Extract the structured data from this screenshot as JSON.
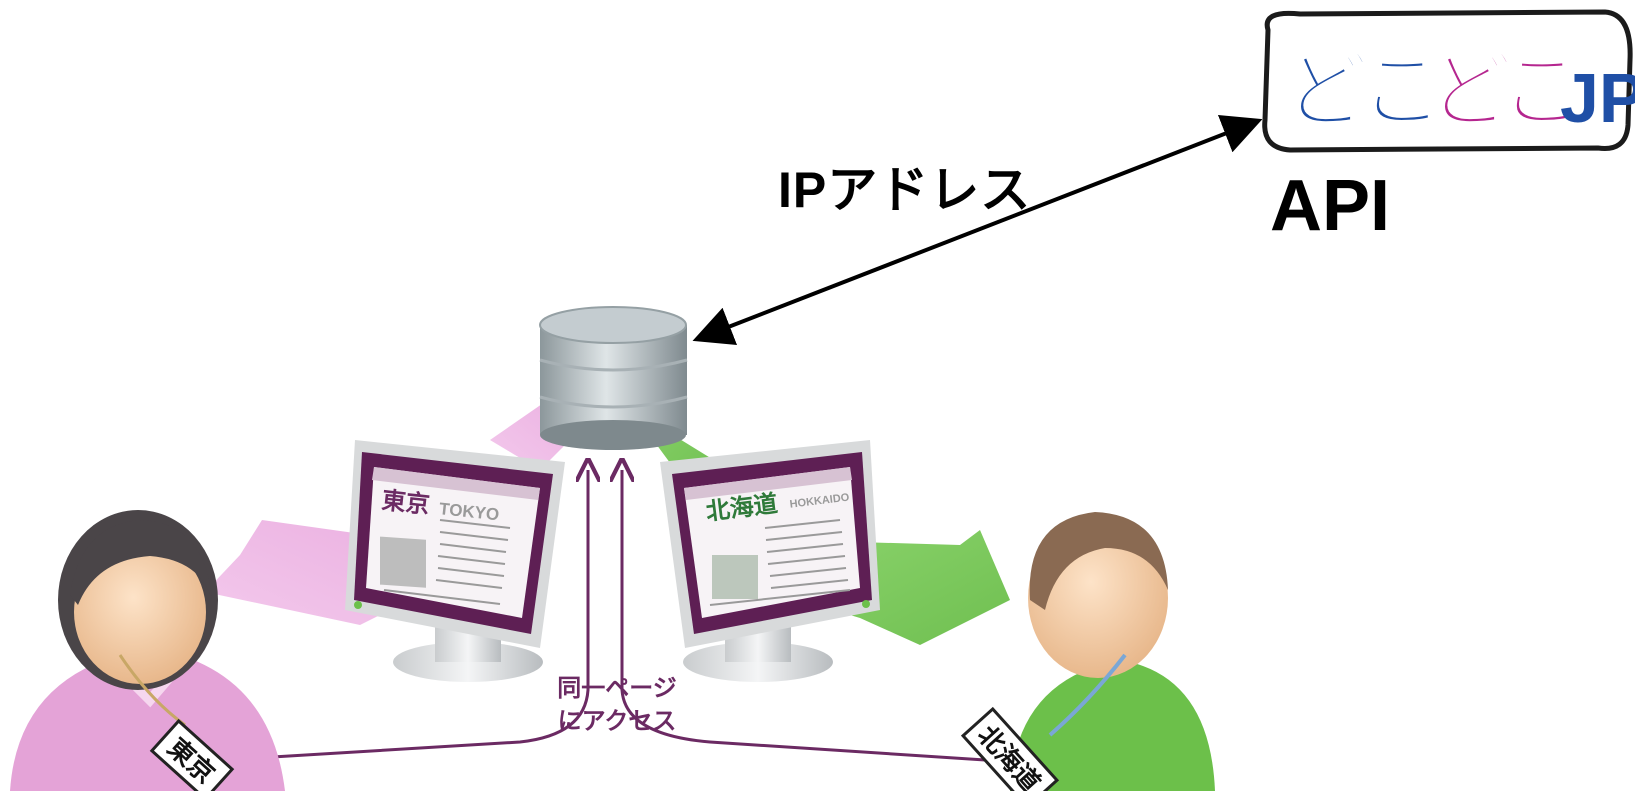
{
  "labels": {
    "ip_address": "IPアドレス",
    "api": "API",
    "same_page_line1": "同一ページ",
    "same_page_line2": "にアクセス"
  },
  "logo": {
    "text": "どこどこJP"
  },
  "screens": {
    "tokyo": {
      "title_jp": "東京",
      "title_en": "TOKYO"
    },
    "hokkaido": {
      "title_jp": "北海道",
      "title_en": "HOKKAIDO"
    }
  },
  "badges": {
    "left": "東京",
    "right": "北海道"
  },
  "colors": {
    "pink": "#e8a6dd",
    "green": "#6cc04a",
    "purple": "#6b2a63",
    "monitor_frame": "#5e1f54",
    "logo_blue": "#1f4fa6",
    "logo_magenta": "#b5268f"
  }
}
